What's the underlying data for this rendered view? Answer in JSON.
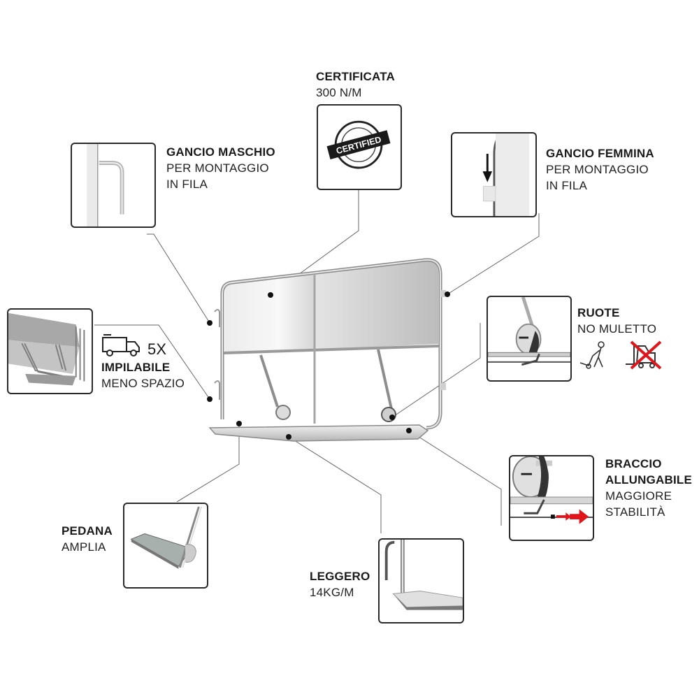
{
  "callouts": {
    "certificata": {
      "title": "CERTIFICATA",
      "subtitle": "300 N/M",
      "stamp_text": "CERTIFIED"
    },
    "gancio_maschio": {
      "title": "GANCIO MASCHIO",
      "line1": "PER MONTAGGIO",
      "line2": "IN FILA"
    },
    "gancio_femmina": {
      "title": "GANCIO FEMMINA",
      "line1": "PER MONTAGGIO",
      "line2": "IN FILA"
    },
    "impilabile": {
      "multiplier": "5X",
      "title": "IMPILABILE",
      "subtitle": "MENO SPAZIO"
    },
    "ruote": {
      "title": "RUOTE",
      "subtitle": "NO MULETTO"
    },
    "braccio": {
      "title1": "BRACCIO",
      "title2": "ALLUNGABILE",
      "line1": "MAGGIORE",
      "line2": "STABILITÀ"
    },
    "pedana": {
      "title": "PEDANA",
      "subtitle": "AMPLIA"
    },
    "leggero": {
      "title": "LEGGERO",
      "subtitle": "14KG/M"
    }
  },
  "colors": {
    "line": "#555555",
    "accent_red": "#e0161b",
    "frame": "#9a9a9a",
    "panel": "#d8d8d8"
  },
  "icons": [
    "certified-stamp-icon",
    "truck-icon",
    "hand-truck-worker-icon",
    "forklift-crossed-icon",
    "arrow-down-icon",
    "arrow-right-icon"
  ]
}
